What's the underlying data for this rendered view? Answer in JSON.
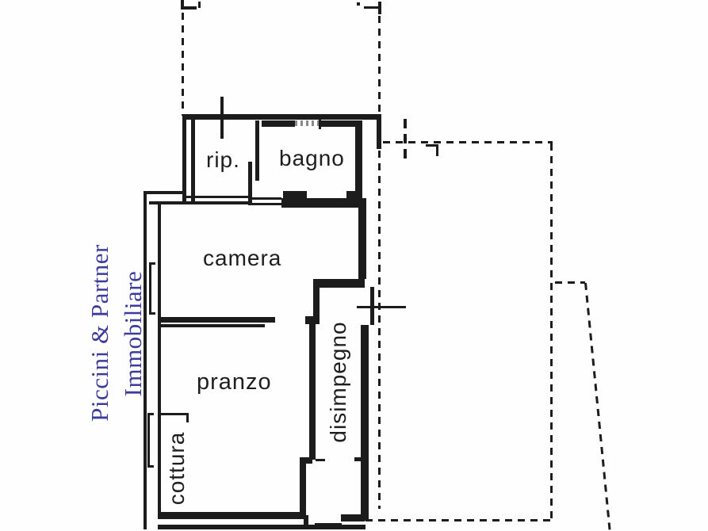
{
  "plan": {
    "rooms": [
      {
        "id": "rip",
        "label": "rip."
      },
      {
        "id": "bagno",
        "label": "bagno"
      },
      {
        "id": "camera",
        "label": "camera"
      },
      {
        "id": "pranzo",
        "label": "pranzo"
      },
      {
        "id": "disimpegno",
        "label": "disimpegno"
      },
      {
        "id": "cottura",
        "label": "cottura"
      }
    ]
  },
  "watermark": {
    "line1": "Piccini & Partner",
    "line2": "Immobiliare",
    "color": "#3b3b9e"
  },
  "colors": {
    "ink": "#1c1c1c",
    "paper": "#ffffff"
  }
}
